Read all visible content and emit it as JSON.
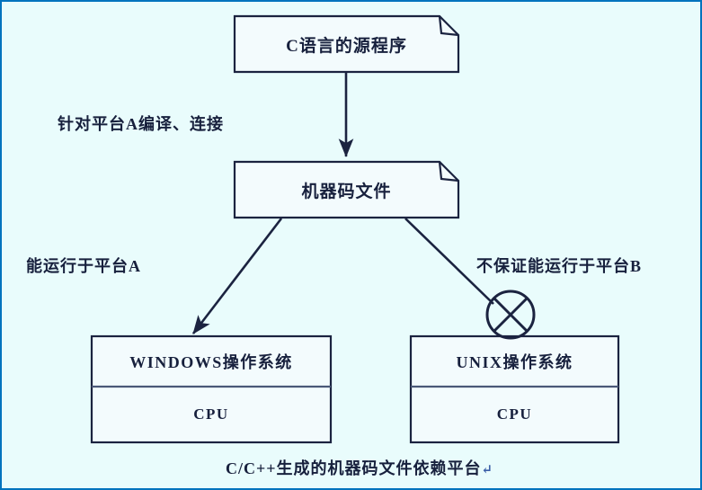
{
  "diagram": {
    "background_color": "#e9fcfc",
    "frame_border_color": "#0073bd",
    "line_color": "#1b2340",
    "box_fill_color": "#f3fbfd",
    "nodes": {
      "source_program": "C语言的源程序",
      "machine_code_file": "机器码文件",
      "windows_os": "WINDOWS操作系统",
      "windows_cpu": "CPU",
      "unix_os": "UNIX操作系统",
      "unix_cpu": "CPU"
    },
    "edges": {
      "compile_label": "针对平台A编译、连接",
      "runs_on_a_label": "能运行于平台A",
      "not_guaranteed_b_label": "不保证能运行于平台B"
    },
    "symbols": {
      "blocked": "circle-x-blocked"
    },
    "caption": {
      "text": "C/C++生成的机器码文件依赖平台",
      "pilcrow": "↵"
    }
  }
}
